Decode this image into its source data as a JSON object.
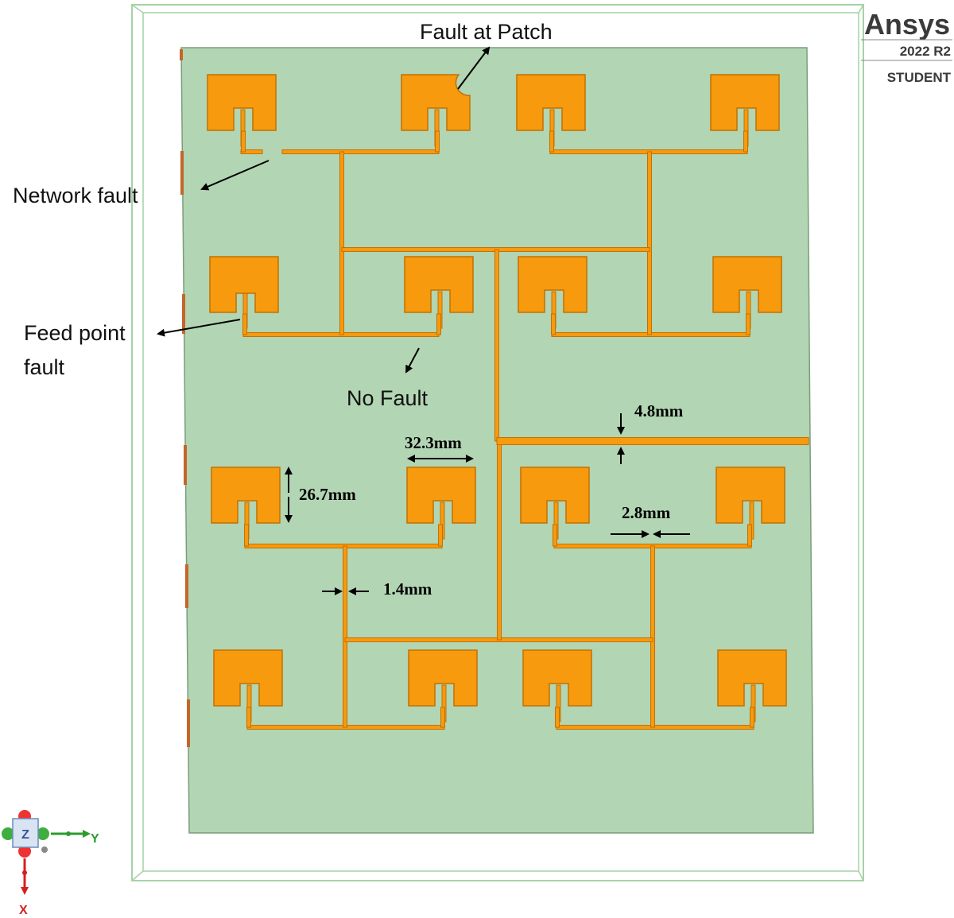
{
  "brand": {
    "name": "Ansys",
    "version": "2022 R2",
    "edition": "STUDENT"
  },
  "annotations": {
    "fault_patch": "Fault at Patch",
    "network_fault": "Network fault",
    "feed_fault_line1": "Feed point",
    "feed_fault_line2": "fault",
    "no_fault": "No Fault"
  },
  "dimensions": {
    "patch_width": "32.3mm",
    "patch_height": "26.7mm",
    "wide_line": "4.8mm",
    "line_gap": "2.8mm",
    "thin_line": "1.4mm"
  },
  "axes": {
    "z": "Z",
    "y": "Y",
    "x": "X"
  },
  "colors": {
    "substrate": "#b2d5b3",
    "copper": "#f79a0e",
    "frame": "#9fcf9f",
    "axis_y": "#2e9b2e",
    "axis_x": "#d42020"
  }
}
